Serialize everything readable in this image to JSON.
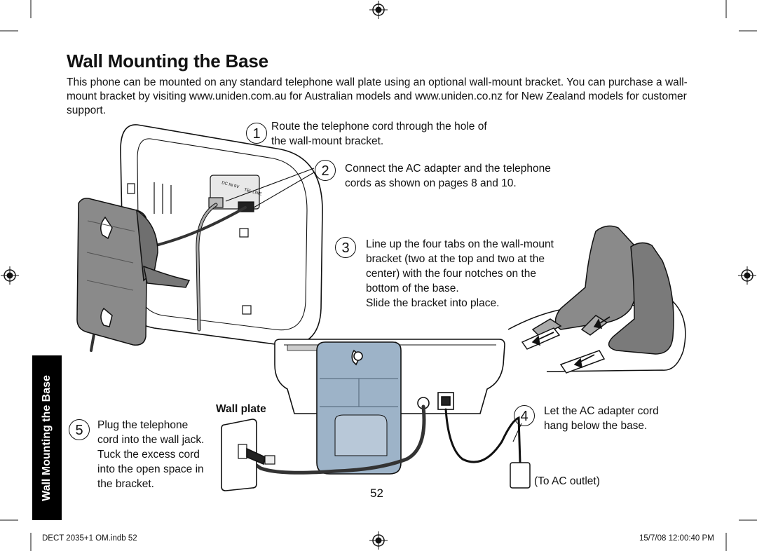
{
  "title": "Wall Mounting the Base",
  "intro": "This phone can be mounted on any standard telephone wall plate using an optional wall-mount bracket. You can purchase a wall-mount bracket by visiting www.uniden.com.au for Australian models and www.uniden.co.nz for New Zealand models for customer support.",
  "steps": [
    {
      "number": "1",
      "text": "Route the telephone cord through the hole of\nthe wall-mount bracket."
    },
    {
      "number": "2",
      "text": "Connect the AC adapter and the telephone\ncords as shown on pages 8 and 10."
    },
    {
      "number": "3",
      "text": "Line up the four tabs on the wall-mount\nbracket (two at the top and two at the\ncenter) with the four notches on the\nbottom of the base.\nSlide the bracket into place."
    },
    {
      "number": "4",
      "text": "Let the AC adapter cord\nhang below the base."
    },
    {
      "number": "5",
      "text": "Plug the telephone\ncord into the wall jack.\nTuck the excess cord\ninto the open space in\nthe bracket."
    }
  ],
  "labels": {
    "wall_plate": "Wall plate",
    "to_ac_outlet": "(To AC outlet)",
    "port_dc": "DC IN 9V",
    "port_tel": "TEL LINE"
  },
  "side_tab": "Wall Mounting the Base",
  "page_number": "52",
  "footer": {
    "left": "DECT 2035+1 OM.indb   52",
    "right": "15/7/08   12:00:40 PM"
  },
  "colors": {
    "bracket_gray": "#8a8a8a",
    "bracket_blue": "#9db3c8",
    "line": "#111111",
    "tab_bg": "#000000"
  },
  "icons": [
    "registration-mark-icon",
    "crop-mark-icon"
  ]
}
